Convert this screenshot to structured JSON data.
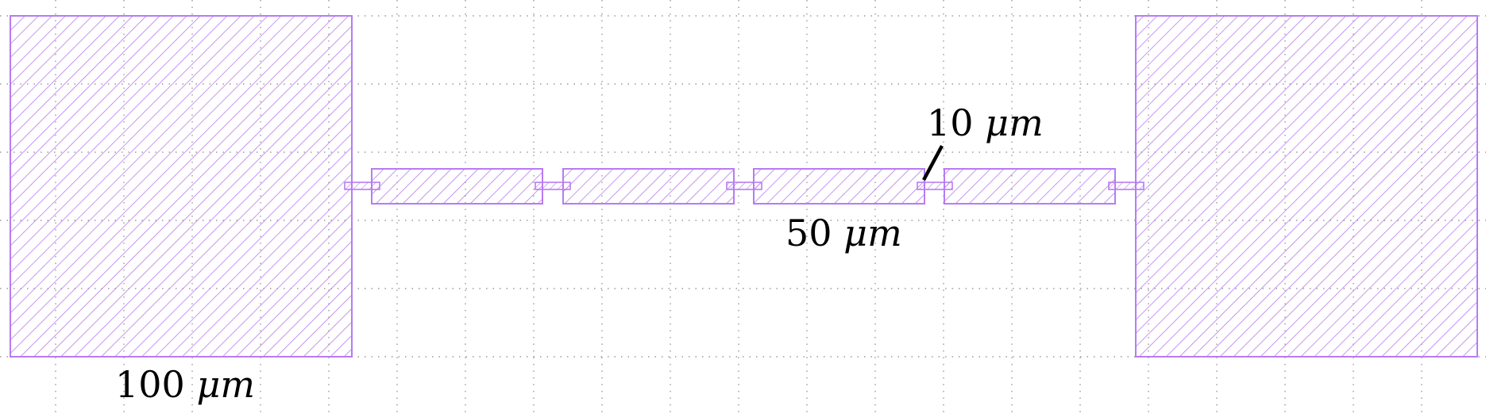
{
  "colors": {
    "structure": "#b77cf2",
    "grid": "#9a9a9a",
    "label": "#000000",
    "background": "#ffffff"
  },
  "labels": {
    "pad_width": {
      "value": "100",
      "unit": "μm"
    },
    "segment_length": {
      "value": "50",
      "unit": "μm"
    },
    "link_length": {
      "value": "10",
      "unit": "μm"
    }
  }
}
